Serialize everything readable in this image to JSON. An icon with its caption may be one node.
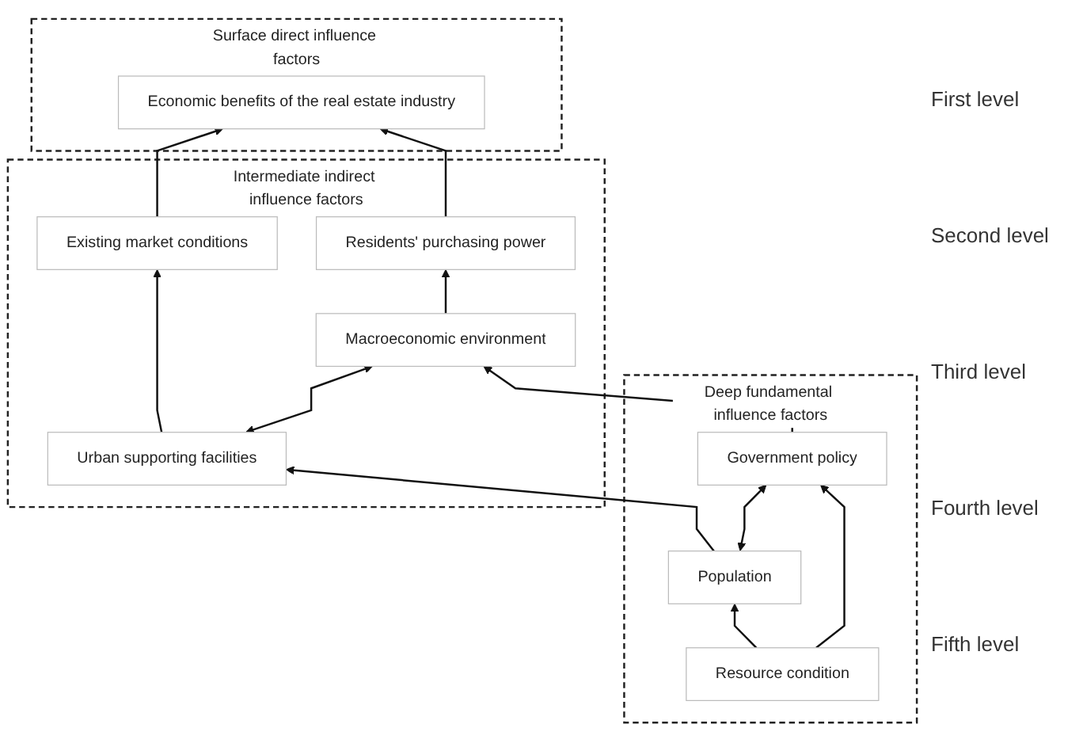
{
  "diagram": {
    "nodes": [
      {
        "text": [
          "Surface direct influence factors"
        ]
      },
      {
        "text": [
          "Economic benefits of the real estate industry"
        ],
        "in": 0
      },
      {
        "text": [
          "Intermediate indirect influence factors"
        ]
      },
      {
        "text": [
          "Existing market conditions"
        ],
        "in": 2
      },
      {
        "text": [
          "Residents' purchasing power"
        ],
        "in": 2
      },
      {
        "text": [
          "Urban supporting facilities"
        ],
        "in": 2
      },
      {
        "text": [
          "Macroeconomic environment"
        ],
        "in": 2
      },
      {
        "text": [
          "Deep fundamental influence factors"
        ]
      },
      {
        "text": [
          "Population"
        ],
        "in": 7
      },
      {
        "text": [
          "Government policy"
        ],
        "in": 7
      },
      {
        "text": [
          "Resource condition"
        ],
        "in": 7
      }
    ],
    "edges": [
      {
        "from": 3,
        "to": 1,
        "arrow": "to"
      },
      {
        "from": 4,
        "to": 1,
        "arrow": "to"
      },
      {
        "from": 5,
        "to": 3,
        "arrow": "to"
      },
      {
        "from": 6,
        "to": 4,
        "arrow": "to"
      },
      {
        "from": 5,
        "to": 6,
        "arrow": "both"
      },
      {
        "from": 8,
        "to": 5,
        "arrow": "to"
      },
      {
        "from": 9,
        "to": 6,
        "arrow": "to"
      },
      {
        "from": 8,
        "to": 9,
        "arrow": "both"
      },
      {
        "from": 10,
        "to": 8,
        "arrow": "to"
      },
      {
        "from": 10,
        "to": 9,
        "arrow": "to"
      }
    ],
    "labels": [
      "First level",
      "Second level",
      "Third level",
      "Fourth level",
      "Fifth level"
    ]
  }
}
